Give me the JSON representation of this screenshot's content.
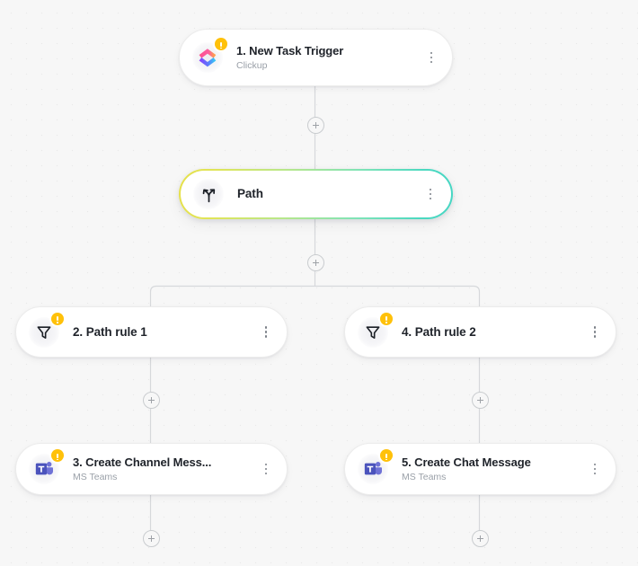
{
  "canvas": {
    "background_color": "#f7f7f7",
    "grid": "dotted"
  },
  "nodes": [
    {
      "id": "trigger",
      "title": "1. New Task Trigger",
      "subtitle": "Clickup",
      "icon": "clickup-logo-icon",
      "warning": true,
      "menu": "kebab-menu-icon"
    },
    {
      "id": "path",
      "title": "Path",
      "subtitle": "",
      "icon": "path-branch-icon",
      "warning": false,
      "menu": "kebab-menu-icon",
      "border_gradient_from": "#e6e04a",
      "border_gradient_to": "#46d6c3"
    },
    {
      "id": "path-rule-1",
      "title": "2. Path rule 1",
      "subtitle": "",
      "icon": "filter-funnel-icon",
      "warning": true,
      "menu": "kebab-menu-icon"
    },
    {
      "id": "path-rule-2",
      "title": "4. Path rule 2",
      "subtitle": "",
      "icon": "filter-funnel-icon",
      "warning": true,
      "menu": "kebab-menu-icon"
    },
    {
      "id": "create-channel-message",
      "title": "3. Create Channel Mess...",
      "subtitle": "MS Teams",
      "icon": "ms-teams-icon",
      "warning": true,
      "menu": "kebab-menu-icon"
    },
    {
      "id": "create-chat-message",
      "title": "5. Create Chat Message",
      "subtitle": "MS Teams",
      "icon": "ms-teams-icon",
      "warning": true,
      "menu": "kebab-menu-icon"
    }
  ],
  "add_buttons": [
    {
      "id": "add-after-trigger"
    },
    {
      "id": "add-after-path"
    },
    {
      "id": "add-after-path-rule-1"
    },
    {
      "id": "add-after-path-rule-2"
    },
    {
      "id": "add-after-channel-message"
    },
    {
      "id": "add-after-chat-message"
    }
  ],
  "colors": {
    "warning_badge": "#ffc10a",
    "connector_line": "#d4d6d9",
    "card_background": "#ffffff",
    "title_text": "#20242b",
    "subtitle_text": "#9aa0a8"
  }
}
